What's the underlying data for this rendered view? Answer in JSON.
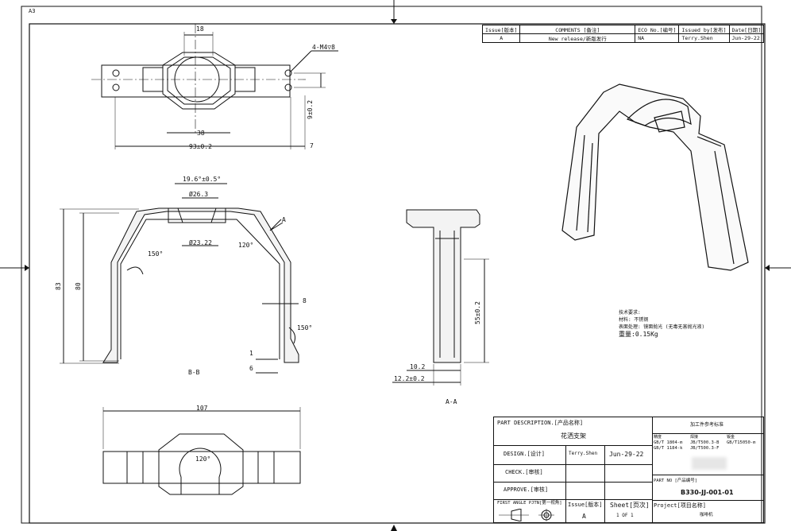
{
  "sheet": {
    "size": "A3"
  },
  "revision_table": {
    "headers": [
      "Issue[版本]",
      "COMMENTS [备注]",
      "ECO No.[编号]",
      "Issued by[发布]",
      "Date[日期]"
    ],
    "row": [
      "A",
      "New release/新版发行",
      "NA",
      "Terry.Shen",
      "Jun-29-22"
    ]
  },
  "dimensions": {
    "top_width": "18",
    "thread_note": "4-M4▽8",
    "hex_width": "38",
    "overall_length": "93±0.2",
    "hole_spacing": "9±0.2",
    "end_offset": "7",
    "cone_angle": "19.6°±0.5°",
    "bore_top": "Ø26.3",
    "bore_bottom": "Ø23.22",
    "angle_120": "120°",
    "angle_150_left": "150°",
    "angle_150_right": "150°",
    "height_83": "83",
    "height_80": "80",
    "wall_8": "8",
    "foot_1": "1",
    "foot_6": "6",
    "side_height": "55±0.2",
    "side_10": "10.2",
    "side_12": "12.2±0.2",
    "bottom_width": "107",
    "bottom_angle": "120°",
    "section_mark": "A"
  },
  "view_labels": {
    "section_bb": "B-B",
    "section_aa": "A-A"
  },
  "notes": {
    "title": "技术要求:",
    "material": "材料: 不锈钢",
    "surface": "表面处理: 镜面抛光 (无毒无害抛光液)",
    "weight": "重量:0.15Kg"
  },
  "title_block": {
    "part_description_label": "PART DESCRIPTION.[产品名称]",
    "part_description_value": "花洒支架",
    "design_label": "DESIGN.[设计]",
    "design_name": "Terry.Shen",
    "design_date": "Jun-29-22",
    "check_label": "CHECK.[审核]",
    "approve_label": "APPROVE.[审核]",
    "projection_label": "FIRST ANGLE PJTN[第一视角]",
    "issue_label": "Issue[版本]",
    "issue_value": "A",
    "sheet_label": "Sheet[页次]",
    "sheet_value": "1 OF 1",
    "standards_title": "加工件参考标准",
    "std_col1_head": "精度",
    "std_col1_a": "GB/T 1804-m",
    "std_col1_b": "GB/T 1184-k",
    "std_col2_head": "焊接",
    "std_col2_a": "JB/T500.3-B",
    "std_col2_b": "JB/T500.3-F",
    "std_col3_head": "钣金",
    "std_col3_a": "GB/T15050-m",
    "part_no_label": "PART NO [产品编号]",
    "part_no_value": "B330-JJ-001-01",
    "project_label": "Project[项目名称]",
    "project_value": "咖啡机"
  }
}
